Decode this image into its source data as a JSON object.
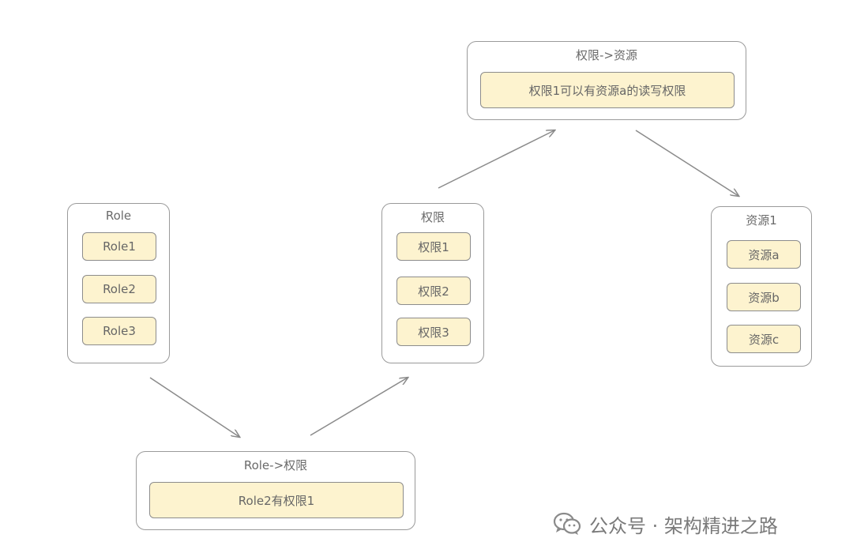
{
  "groups": {
    "role": {
      "title": "Role",
      "items": [
        "Role1",
        "Role2",
        "Role3"
      ]
    },
    "perm": {
      "title": "权限",
      "items": [
        "权限1",
        "权限2",
        "权限3"
      ]
    },
    "res": {
      "title": "资源1",
      "items": [
        "资源a",
        "资源b",
        "资源c"
      ]
    },
    "role_perm": {
      "title": "Role->权限",
      "items": [
        "Role2有权限1"
      ]
    },
    "perm_res": {
      "title": "权限->资源",
      "items": [
        "权限1可以有资源a的读写权限"
      ]
    }
  },
  "watermark": {
    "text": "公众号 · 架构精进之路",
    "icon": "wechat-icon"
  }
}
